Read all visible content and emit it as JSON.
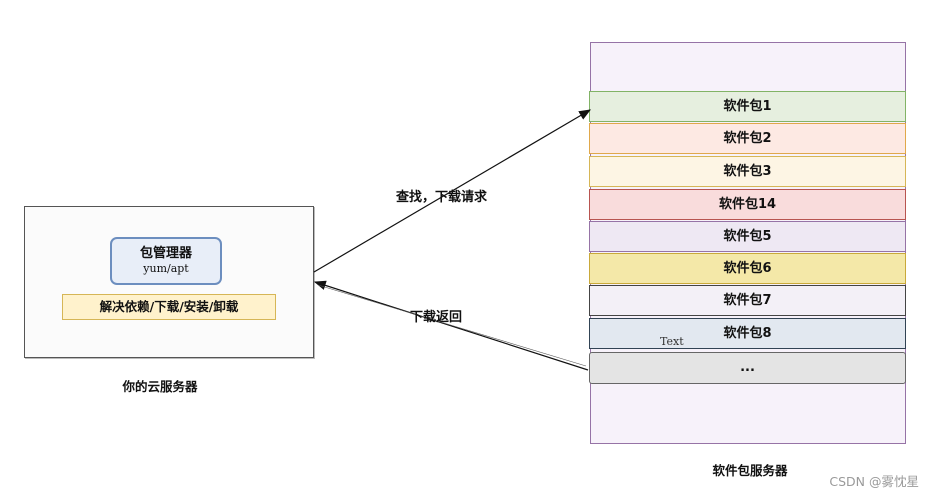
{
  "cloud_server": {
    "label": "你的云服务器",
    "package_manager": {
      "title": "包管理器",
      "subtitle": "yum/apt"
    },
    "functions": "解决依赖/下载/安装/卸载"
  },
  "package_server": {
    "label": "软件包服务器",
    "packages": [
      {
        "label": "软件包1",
        "fill": "#e6efdf",
        "border": "#82b366"
      },
      {
        "label": "软件包2",
        "fill": "#fde9e3",
        "border": "#e0a84a"
      },
      {
        "label": "软件包3",
        "fill": "#fdf5e4",
        "border": "#d6b656"
      },
      {
        "label": "软件包14",
        "fill": "#f9dcdc",
        "border": "#b85450"
      },
      {
        "label": "软件包5",
        "fill": "#eee8f3",
        "border": "#9673a6"
      },
      {
        "label": "软件包6",
        "fill": "#f4e8a8",
        "border": "#c9a93a"
      },
      {
        "label": "软件包7",
        "fill": "#f3f0f7",
        "border": "#444444"
      },
      {
        "label": "软件包8",
        "fill": "#e2e8f0",
        "border": "#314354"
      },
      {
        "label": "...",
        "fill": "#e4e4e4",
        "border": "#666666"
      }
    ],
    "text_tag": "Text"
  },
  "edges": {
    "request_label": "查找，下载请求",
    "return_label": "下载返回"
  },
  "watermark": "CSDN @雾忱星"
}
